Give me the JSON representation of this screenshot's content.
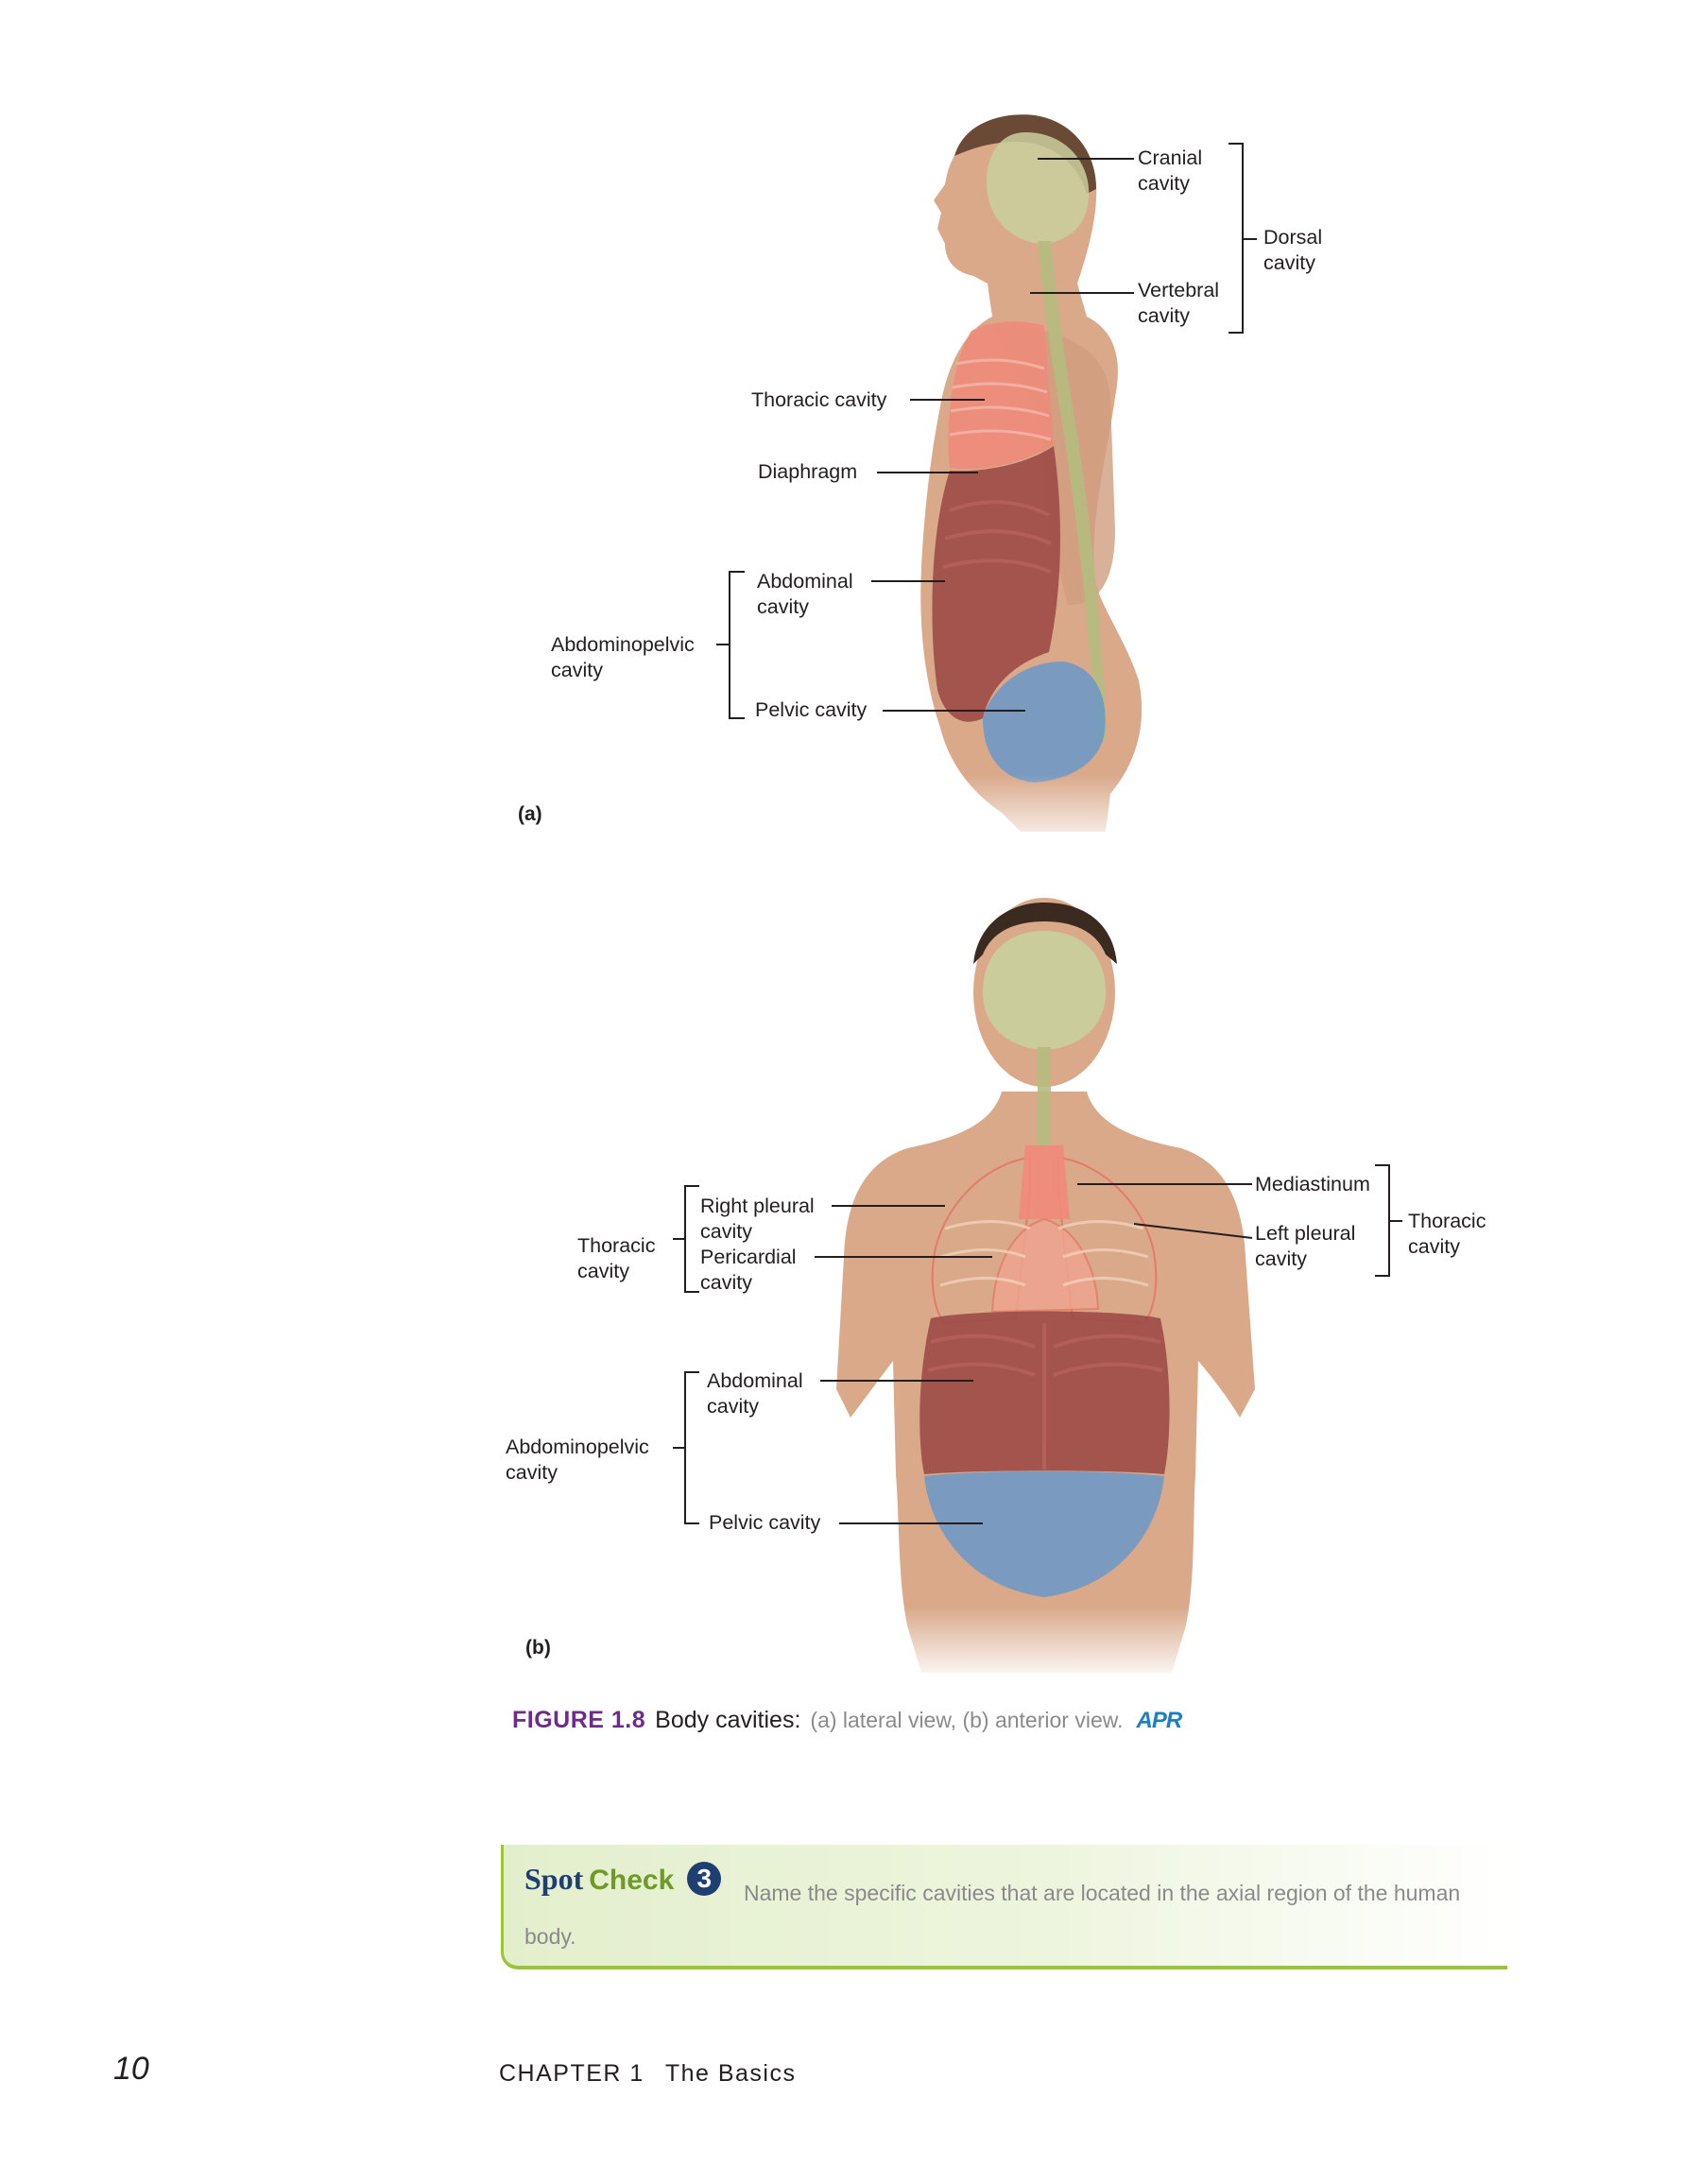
{
  "figure_a": {
    "panel_label": "(a)",
    "labels": {
      "cranial_1": "Cranial",
      "cranial_2": "cavity",
      "dorsal_1": "Dorsal",
      "dorsal_2": "cavity",
      "vertebral_1": "Vertebral",
      "vertebral_2": "cavity",
      "thoracic": "Thoracic cavity",
      "diaphragm": "Diaphragm",
      "abdominal_1": "Abdominal",
      "abdominal_2": "cavity",
      "abdominopelvic_1": "Abdominopelvic",
      "abdominopelvic_2": "cavity",
      "pelvic": "Pelvic cavity"
    }
  },
  "figure_b": {
    "panel_label": "(b)",
    "labels": {
      "mediastinum": "Mediastinum",
      "thoracic_right_1": "Thoracic",
      "thoracic_right_2": "cavity",
      "left_pleural_1": "Left pleural",
      "left_pleural_2": "cavity",
      "right_pleural_1": "Right pleural",
      "right_pleural_2": "cavity",
      "pericardial_1": "Pericardial",
      "pericardial_2": "cavity",
      "thoracic_left_1": "Thoracic",
      "thoracic_left_2": "cavity",
      "abdominal_1": "Abdominal",
      "abdominal_2": "cavity",
      "abdominopelvic_1": "Abdominopelvic",
      "abdominopelvic_2": "cavity",
      "pelvic": "Pelvic cavity"
    }
  },
  "caption": {
    "number": "FIGURE 1.8",
    "title": "Body cavities:",
    "description": "(a) lateral view, (b) anterior view.",
    "badge": "APR"
  },
  "spot_check": {
    "word1": "Spot",
    "word2": "Check",
    "number": "3",
    "text": "Name the specific cavities that are located in the axial region of the human body."
  },
  "footer": {
    "page_number": "10",
    "chapter": "CHAPTER 1",
    "chapter_title": "The Basics"
  },
  "colors": {
    "skin": "#d9a98a",
    "dorsal_cavity": "#c9cf9c",
    "thoracic_cavity": "#f08a7a",
    "abdominal_cavity": "#9c4a46",
    "pelvic_cavity": "#6f99c4",
    "figure_number": "#6d2c8a",
    "spot_accent": "#9bc43c"
  }
}
